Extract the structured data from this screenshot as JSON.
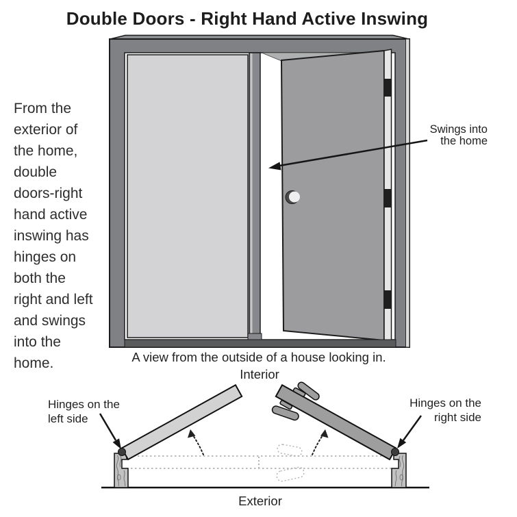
{
  "title": "Double Doors - Right Hand Active Inswing",
  "description": "From the\nexterior of\nthe home,\ndouble\ndoors-right\nhand active\ninswing has\nhinges on\nboth the\nright and left\nand swings\ninto the\nhome.",
  "labels": {
    "swings_into_home": "Swings into\nthe home",
    "caption": "A view from the outside of a house looking in.",
    "interior": "Interior",
    "exterior": "Exterior",
    "hinges_left": "Hinges on the\nleft side",
    "hinges_right": "Hinges on the\nright side"
  },
  "colors": {
    "frame_gray": "#7f8184",
    "frame_top_gray": "#8d8f92",
    "frame_bevel_light": "#dcdcdc",
    "head_soffit_gray": "#aeb0b2",
    "mullion_gray": "#88898c",
    "mullion_highlight": "#c7c7c9",
    "closed_door_gray": "#d3d3d5",
    "open_door_gray": "#9c9c9e",
    "door_edge_light": "#e6e6e6",
    "hinge_black": "#1f1f1f",
    "sill_gray": "#595b5d",
    "knob_light": "#efefef",
    "knob_shadow": "#4a4a4a",
    "plan_left_door": "#d2d2d2",
    "plan_right_door": "#9e9e9e",
    "jamb_wood": "#c2c2c2",
    "hinge_pin": "#3d3d3f",
    "arrow_black": "#151515"
  }
}
